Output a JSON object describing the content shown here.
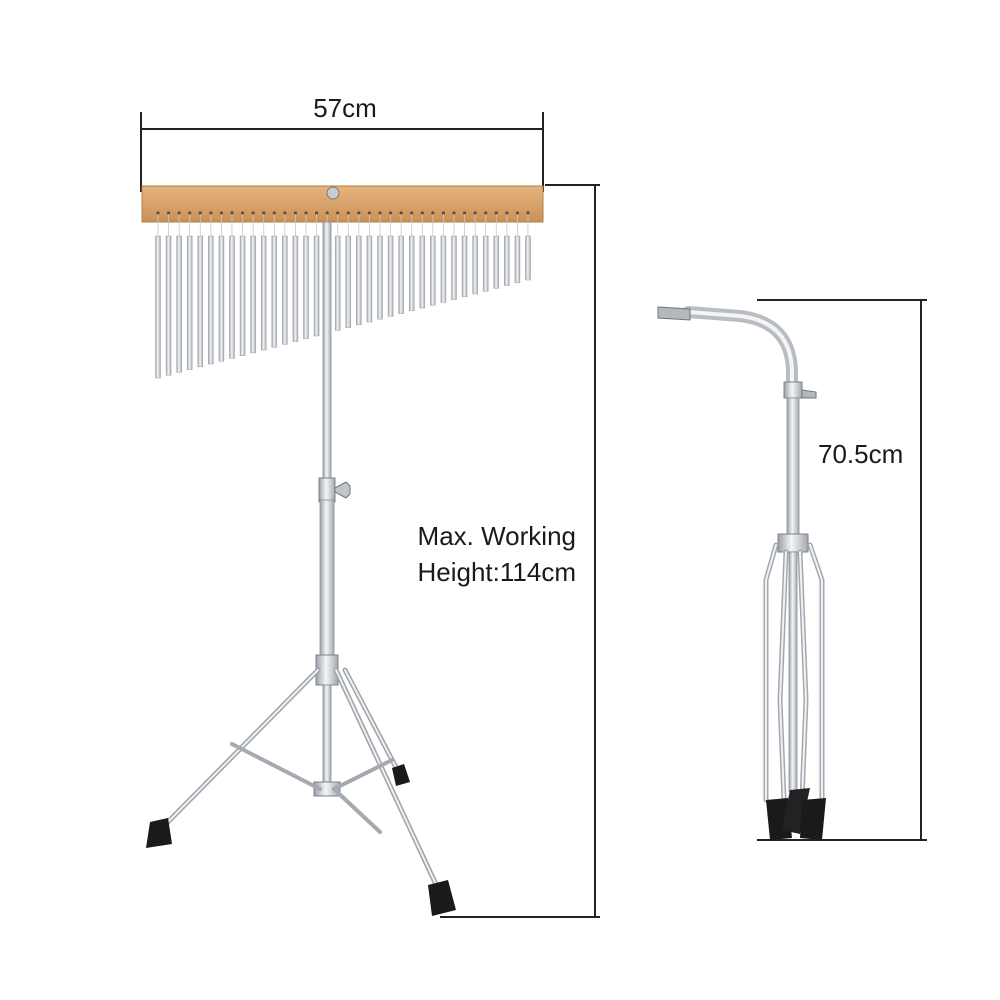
{
  "dimensions": {
    "width_label": "57cm",
    "height_label_line1": "Max. Working",
    "height_label_line2": "Height:114cm",
    "folded_height_label": "70.5cm"
  },
  "colors": {
    "wood": "#d9a468",
    "chrome": "#c9ccd1",
    "dimension_line": "#222222",
    "feet": "#1a1a1a"
  },
  "product": {
    "chime_count": 36
  }
}
